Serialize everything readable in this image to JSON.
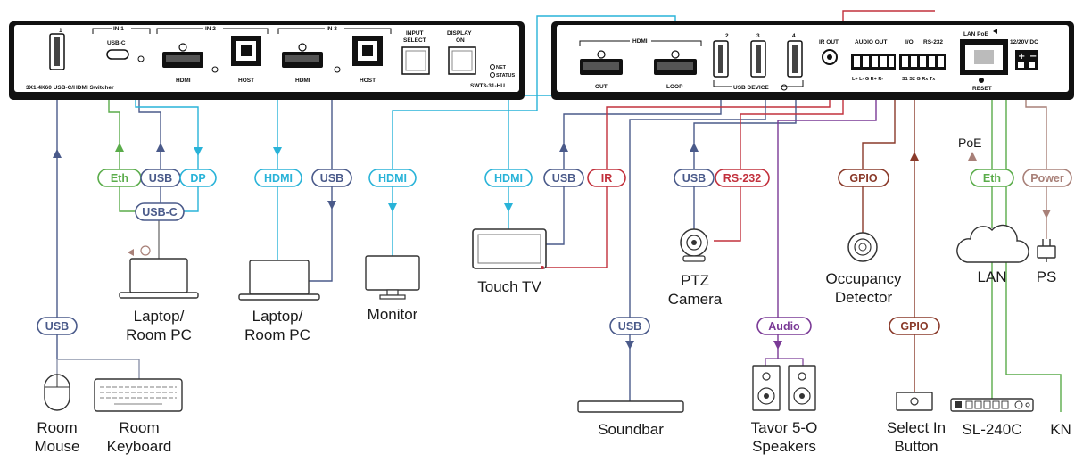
{
  "colors": {
    "usb": "#4a5a8a",
    "hdmi": "#29b3d8",
    "eth": "#5aac4a",
    "serial": "#c2303c",
    "gpio": "#8a3a2a",
    "audio": "#7a3a96",
    "power": "#a88078",
    "panel": "#111111"
  },
  "unit": {
    "model_desc": "3X1 4K60 USB-C/HDMI Switcher",
    "model": "SWT3-31-HU",
    "in1": "IN 1",
    "in2": "IN 2",
    "in3": "IN 3",
    "usbc": "USB-C",
    "port1": "1",
    "hdmi": "HDMI",
    "host": "HOST",
    "input_select_l1": "INPUT",
    "input_select_l2": "SELECT",
    "display_on_l1": "DISPLAY",
    "display_on_l2": "ON",
    "net": "NET",
    "status": "STATUS"
  },
  "rear": {
    "hdmi": "HDMI",
    "out": "OUT",
    "loop": "LOOP",
    "p2": "2",
    "p3": "3",
    "p4": "4",
    "usb_device": "USB DEVICE",
    "ir_out": "IR OUT",
    "audio_out": "AUDIO OUT",
    "io": "I/O",
    "rs232": "RS-232",
    "lan_poe": "LAN PoE",
    "dc": "12/20V DC",
    "reset": "RESET",
    "audio_pins": "L+ L- G R+ R-",
    "io_pins": "S1 S2 G Rx Tx"
  },
  "labels": {
    "usb": "USB",
    "eth": "Eth",
    "dp": "DP",
    "usbc": "USB-C",
    "hdmi": "HDMI",
    "ir": "IR",
    "rs232": "RS-232",
    "gpio": "GPIO",
    "audio": "Audio",
    "power": "Power",
    "poe": "PoE"
  },
  "devices": {
    "room_mouse_l1": "Room",
    "room_mouse_l2": "Mouse",
    "room_kb_l1": "Room",
    "room_kb_l2": "Keyboard",
    "laptop_l1": "Laptop/",
    "laptop_l2": "Room PC",
    "monitor": "Monitor",
    "touch_tv": "Touch TV",
    "soundbar": "Soundbar",
    "ptz_l1": "PTZ",
    "ptz_l2": "Camera",
    "speakers_l1": "Tavor 5-O",
    "speakers_l2": "Speakers",
    "occ_l1": "Occupancy",
    "occ_l2": "Detector",
    "select_l1": "Select In",
    "select_l2": "Button",
    "lan": "LAN",
    "sl240c": "SL-240C",
    "ps": "PS",
    "kn": "KN"
  }
}
